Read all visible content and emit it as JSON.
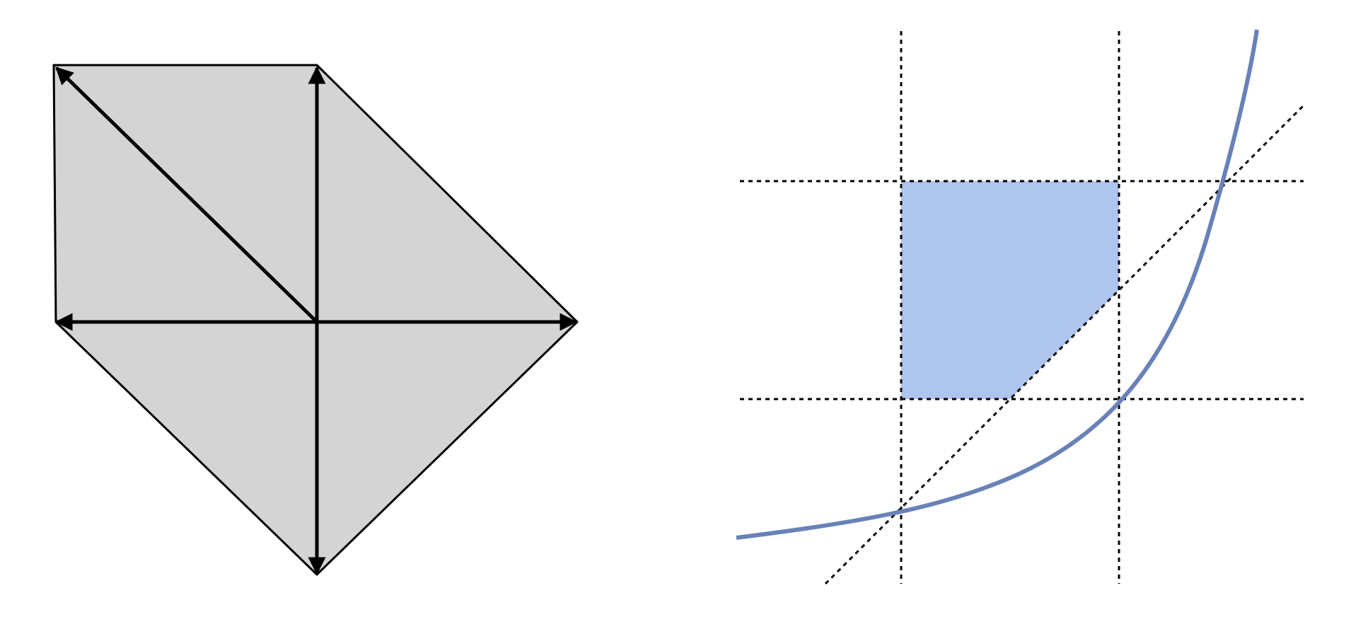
{
  "colors": {
    "polygon_fill": "#d4d4d4",
    "outline": "#000000",
    "region_fill": "#aec5ee",
    "curve": "#6882b8",
    "guide": "#000000"
  },
  "left_figure": {
    "shape": "polygon",
    "arrows": [
      "up-left",
      "up",
      "left",
      "right",
      "down"
    ]
  },
  "right_figure": {
    "guides": {
      "vertical": 2,
      "horizontal": 2,
      "diagonal": 1,
      "style": "dotted"
    },
    "region": "shaded-pentagon",
    "curve": "increasing-convex"
  }
}
